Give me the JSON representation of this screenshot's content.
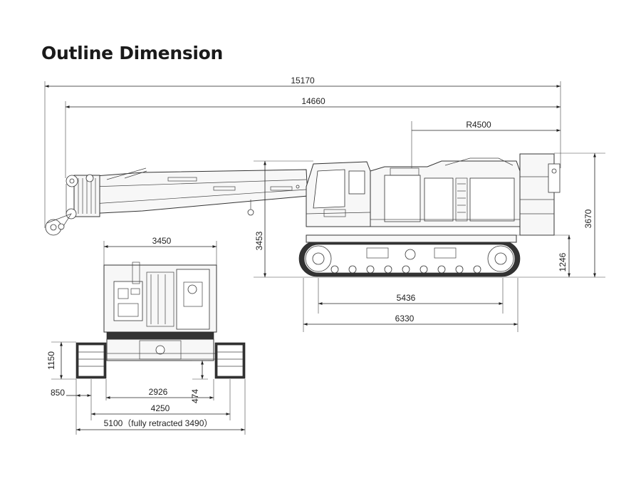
{
  "title": "Outline Dimension",
  "dimensions": {
    "overall_length": "15170",
    "boom_length": "14660",
    "tail_radius": "R4500",
    "boom_height": "3453",
    "overall_height": "3670",
    "crawler_height": "1246",
    "tumbler_distance": "5436",
    "crawler_length": "6330",
    "upper_width": "3450",
    "track_height": "1150",
    "shoe_width": "850",
    "inner_gauge": "2926",
    "ground_clearance": "474",
    "track_gauge": "4250",
    "overall_width": "5100（fully retracted 3490）"
  },
  "colors": {
    "line": "#222222",
    "fill": "#f7f7f7"
  }
}
